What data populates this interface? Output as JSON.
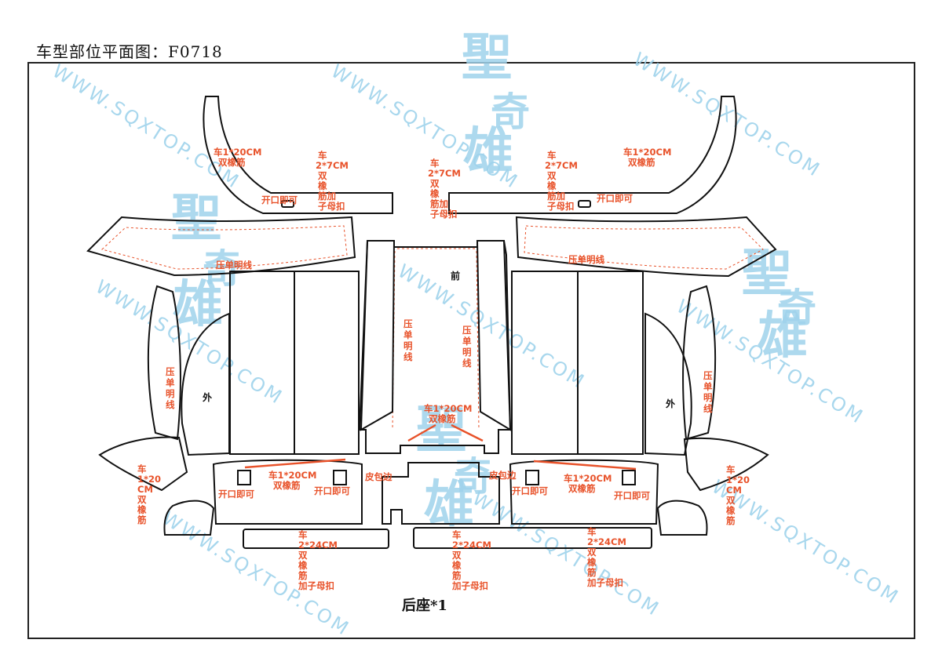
{
  "title": "车型部位平面图：F0718",
  "caption": "后座*1",
  "watermark": {
    "url": "WWW.SQXTOP.COM",
    "logo_top": "聖",
    "logo_mid": "奇",
    "logo_bottom": "雄"
  },
  "labels": {
    "car_1x20_rubber": "车1*20CM 双橡筋",
    "car_2x7": "车 2*7CM 双 橡 筋加 子母扣",
    "open": "开口即可",
    "press_line": "压单明线",
    "front": "前",
    "outside": "外",
    "leather_edge": "皮包边",
    "car_1x20_split": "车 1*20 CM 双 橡 筋",
    "car_2x24": "车 2*24CM 双 橡 筋 加子母扣",
    "car_2x24_mid": "车 2*24CM 双 橡 筋 加子母扣"
  },
  "colors": {
    "annotation": "#e8522a",
    "outline": "#111111",
    "watermark": "#9fd3ec"
  }
}
